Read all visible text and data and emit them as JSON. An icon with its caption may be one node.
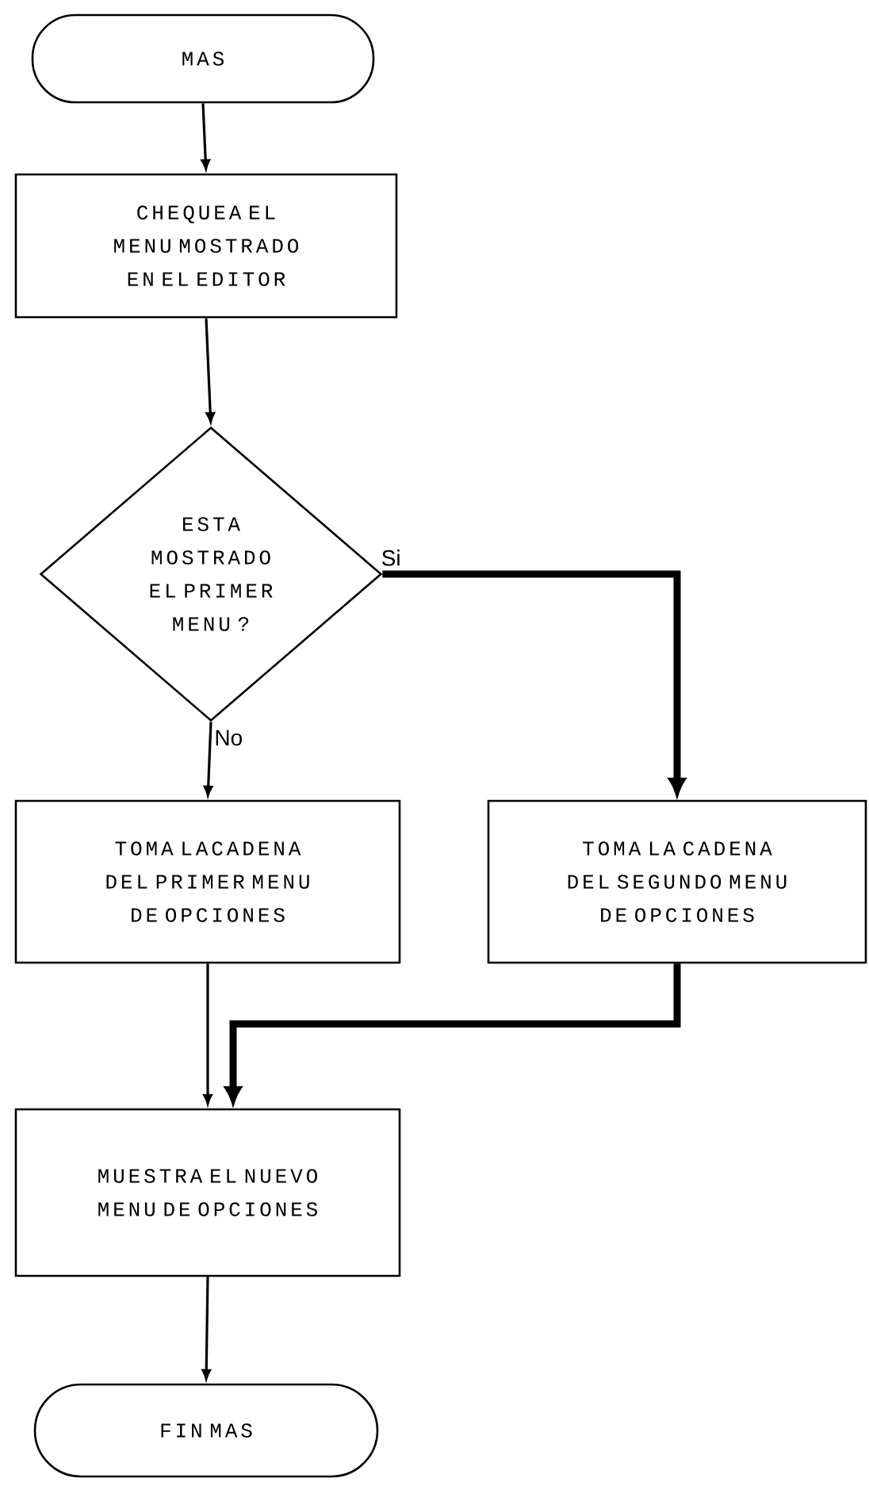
{
  "diagram": {
    "nodes": [
      {
        "text": [
          "MAS"
        ]
      },
      {
        "text": [
          "CHEQUEA EL MENU MOSTRADO EN EL EDITOR"
        ]
      },
      {
        "text": [
          "ESTA MOSTRADO EL PRIMER MENU ?"
        ]
      },
      {
        "text": [
          "TOMA LACADENA DEL PRIMER MENU DE OPCIONES"
        ]
      },
      {
        "text": [
          "TOMA LA CADENA DEL SEGUNDO MENU DE OPCIONES"
        ]
      },
      {
        "text": [
          "MUESTRA EL NUEVO MENU DE OPCIONES"
        ]
      },
      {
        "text": [
          "FIN MAS"
        ]
      }
    ],
    "edges": [
      {
        "from": 0,
        "to": 1,
        "arrow": "to"
      },
      {
        "from": 1,
        "to": 2,
        "arrow": "to"
      },
      {
        "from": 2,
        "to": 3,
        "arrow": "to",
        "label": "No"
      },
      {
        "from": 2,
        "to": 4,
        "arrow": "to",
        "label": "Si",
        "style": "thick"
      },
      {
        "from": 3,
        "to": 5,
        "arrow": "to"
      },
      {
        "from": 4,
        "to": 5,
        "arrow": "to",
        "style": "thick"
      },
      {
        "from": 5,
        "to": 6,
        "arrow": "to"
      }
    ]
  }
}
